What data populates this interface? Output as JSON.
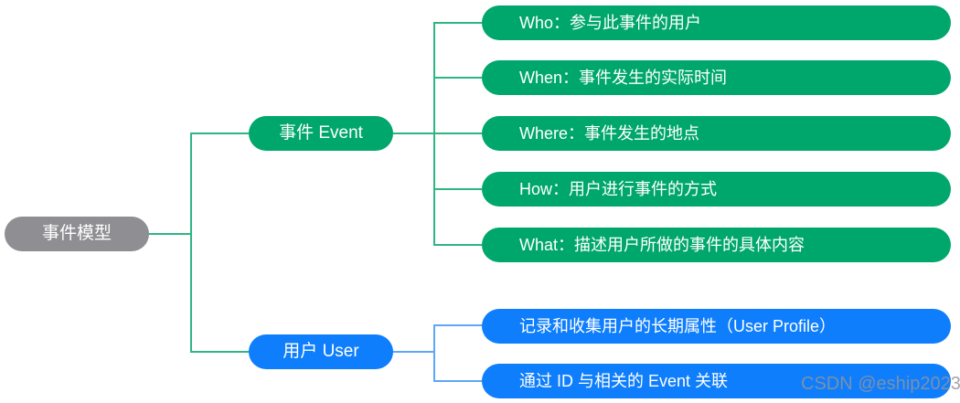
{
  "canvas": {
    "background": "#ffffff",
    "watermark": "CSDN @eship2023",
    "watermark_color": "#949498"
  },
  "root": {
    "label": "事件模型",
    "color": "#8e8e93",
    "text_color": "#ffffff"
  },
  "branches": [
    {
      "label": "事件 Event",
      "node_color": "#00a76d",
      "line_color": "#2eb583",
      "children": [
        "Who：参与此事件的用户",
        "When：事件发生的实际时间",
        "Where：事件发生的地点",
        "How：用户进行事件的方式",
        "What：描述用户所做的事件的具体内容"
      ]
    },
    {
      "label": "用户 User",
      "node_color": "#0f7efc",
      "line_color": "#5ea6f8",
      "children": [
        "记录和收集用户的长期属性（User Profile）",
        "通过 ID 与相关的 Event 关联"
      ]
    }
  ]
}
